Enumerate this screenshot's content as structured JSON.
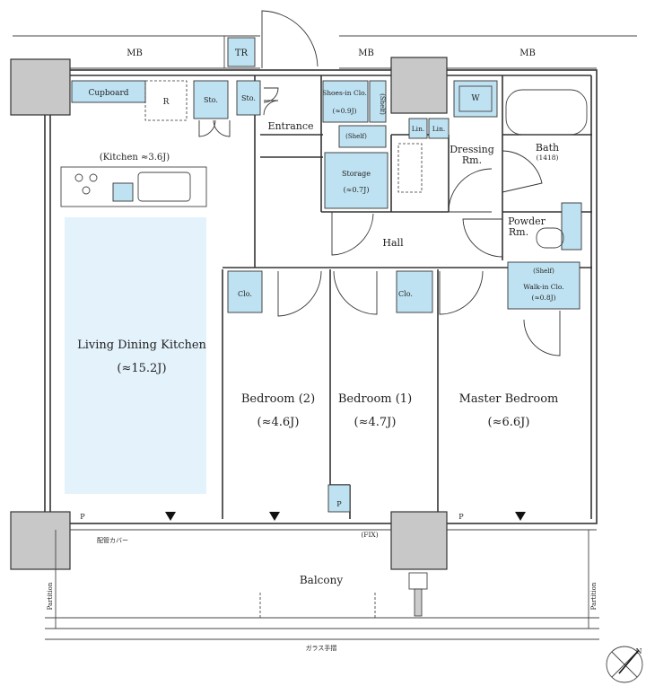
{
  "labels": {
    "mb_left": "MB",
    "tr": "TR",
    "mb_center": "MB",
    "mb_right": "MB",
    "cupboard": "Cupboard",
    "fridge": "R",
    "sto1": "Sto.",
    "sto2": "Sto.",
    "shoes_title": "Shoes-in Clo.",
    "shoes_size": "(≈0.9J)",
    "shelf_vertical": "(Shelf)",
    "shelf_small": "(Shelf)",
    "entrance": "Entrance",
    "washer": "W",
    "lin1": "Lin.",
    "lin2": "Lin.",
    "dressing_line1": "Dressing",
    "dressing_line2": "Rm.",
    "bath": "Bath",
    "bath_size": "(1418)",
    "kitchen": "(Kitchen ≈3.6J)",
    "storage_title": "Storage",
    "storage_size": "(≈0.7J)",
    "powder_line1": "Powder",
    "powder_line2": "Rm.",
    "hall": "Hall",
    "clo_bed2": "Clo.",
    "clo_bed1": "Clo.",
    "wic_shelf": "(Shelf)",
    "wic_title": "Walk-in Clo.",
    "wic_size": "(≈0.8J)",
    "ldk": "Living Dining Kitchen",
    "ldk_size": "(≈15.2J)",
    "bed2": "Bedroom (2)",
    "bed2_size": "(≈4.6J)",
    "bed1": "Bedroom (1)",
    "bed1_size": "(≈4.7J)",
    "master": "Master Bedroom",
    "master_size": "(≈6.6J)",
    "p_left": "P",
    "p_center": "P",
    "p_right": "P",
    "pipe_cover": "配管カバー",
    "fix": "(FIX)",
    "balcony": "Balcony",
    "partition_left": "Partition",
    "partition_right": "Partition",
    "glass_railing": "ガラス手摺"
  },
  "colors": {
    "storage_fill": "#bfe2f2",
    "ldk_fill": "#e3f2fb",
    "pillar_fill": "#c8c8c8",
    "wall_stroke": "#333333"
  },
  "compass": {
    "label": "N",
    "icon": "north-arrow-icon"
  }
}
